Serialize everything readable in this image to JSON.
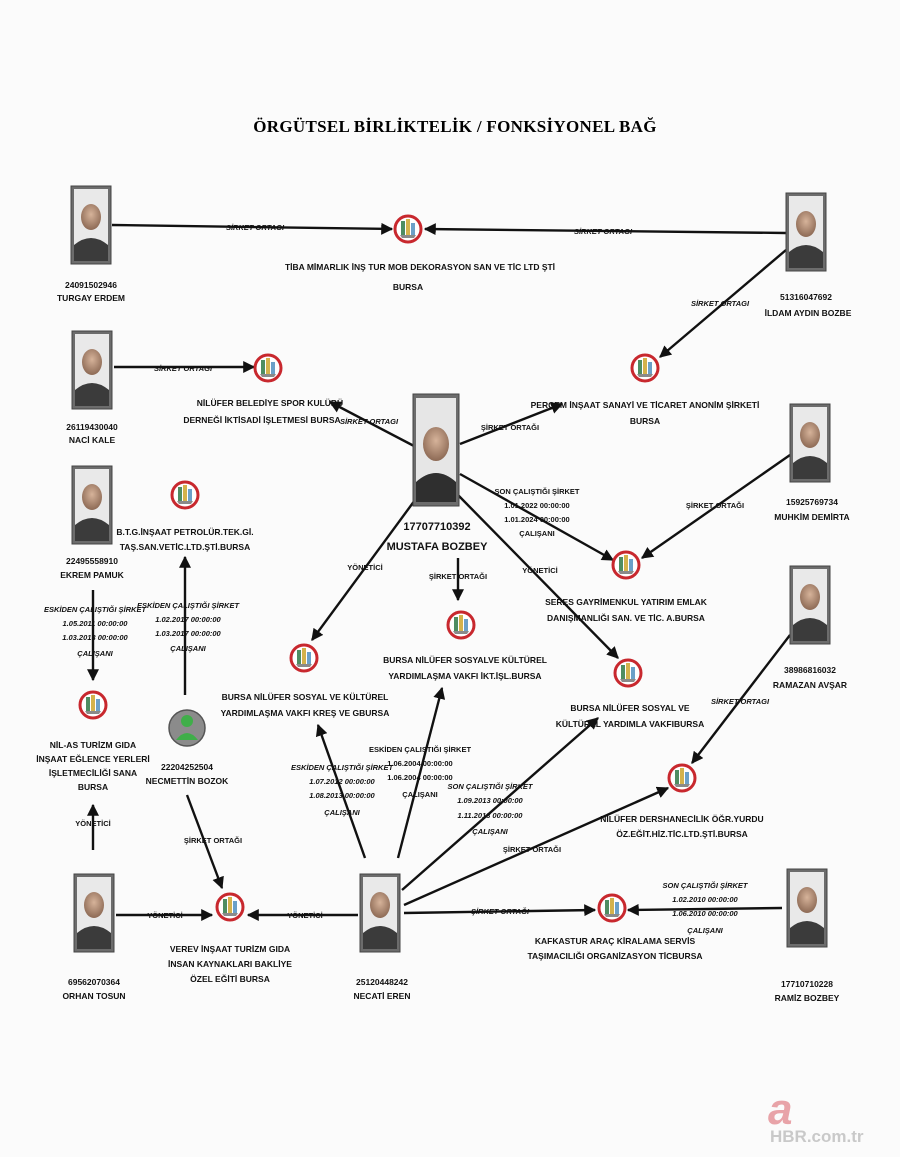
{
  "title": "ÖRGÜTSEL BİRLİKTELİK / FONKSİYONEL BAĞ",
  "people": {
    "turgay": {
      "id": "24091502946",
      "name": "TURGAY ERDEM"
    },
    "ildam": {
      "id": "51316047692",
      "name": "İLDAM AYDIN BOZBE"
    },
    "naci": {
      "id": "26119430040",
      "name": "NACİ KALE"
    },
    "mustafa": {
      "id": "17707710392",
      "name": "MUSTAFA BOZBEY"
    },
    "muhkim": {
      "id": "15925769734",
      "name": "MUHKİM DEMİRTA"
    },
    "ekrem": {
      "id": "22495558910",
      "name": "EKREM PAMUK"
    },
    "ramazan": {
      "id": "38986816032",
      "name": "RAMAZAN AVŞAR"
    },
    "necmettin": {
      "id": "22204252504",
      "name": "NECMETTİN BOZOK"
    },
    "orhan": {
      "id": "69562070364",
      "name": "ORHAN TOSUN"
    },
    "necati": {
      "id": "25120448242",
      "name": "NECATİ EREN"
    },
    "ramiz": {
      "id": "17710710228",
      "name": "RAMİZ BOZBEY"
    }
  },
  "companies": {
    "tiba": [
      "TİBA MİMARLIK İNŞ TUR MOB DEKORASYON SAN VE TİC LTD ŞTİ",
      "BURSA"
    ],
    "nilufer_spor": [
      "NİLÜFER BELEDİYE SPOR KULÜBÜ",
      "DERNEĞİ İKTİSADİ İŞLETMESİ BURSA"
    ],
    "percem": [
      "PERÇEM İNŞAAT SANAYİ VE TİCARET ANONİM ŞİRKETİ",
      "BURSA"
    ],
    "btg": [
      "B.T.G.İNŞAAT PETROLÜR.TEK.Gİ.",
      "TAŞ.SAN.VETİC.LTD.ŞTİ.BURSA"
    ],
    "seres": [
      "SERES GAYRİMENKUL YATIRIM EMLAK",
      "DANIŞMANLIĞI SAN. VE TİC. A.BURSA"
    ],
    "vakif_kres": [
      "BURSA NİLÜFER SOSYAL VE KÜLTÜREL",
      "YARDIMLAŞMA VAKFI KREŞ VE GBURSA"
    ],
    "vakif_ikt": [
      "BURSA NİLÜFER SOSYALVE KÜLTÜREL",
      "YARDIMLAŞMA VAKFI İKT.İŞL.BURSA"
    ],
    "vakif_bursa": [
      "BURSA NİLÜFER SOSYAL VE",
      "KÜLTÜREL YARDIMLA VAKFIBURSA"
    ],
    "nilas": [
      "NİL-AS TURİZM GIDA",
      "İNŞAAT EĞLENCE YERLERİ",
      "İŞLETMECİLİĞİ SANA",
      "BURSA"
    ],
    "dershane": [
      "NİLÜFER DERSHANECİLİK ÖĞR.YURDU",
      "ÖZ.EĞİT.HİZ.TİC.LTD.ŞTİ.BURSA"
    ],
    "verev": [
      "VEREV İNŞAAT TURİZM GIDA",
      "İNSAN KAYNAKLARI BAKLİYE",
      "ÖZEL EĞİTİ BURSA"
    ],
    "kafkastur": [
      "KAFKASTUR ARAÇ KİRALAMA SERVİS",
      "TAŞIMACILIĞI ORGANİZASYON TİCBURSA"
    ]
  },
  "edges": {
    "sirket_ortagi": "ŞİRKET ORTAĞI",
    "sirket_ortagi_upper": "SİRKET ORTAGI",
    "sirket_ortagi_small": "ŞİRKET ORTAĞI",
    "yonetici": "YÖNETİCİ",
    "mustafa_seres": [
      "SON ÇALIŞTIĞI ŞİRKET",
      "1.01.2022 00:00:00",
      "1.01.2024 00:00:00",
      "ÇALIŞANI"
    ],
    "ekrem_nilas": [
      "ESKİDEN ÇALIŞTIĞI ŞİRKET",
      "1.05.2011 00:00:00",
      "1.03.2013 00:00:00",
      "ÇALIŞANI"
    ],
    "necmettin_btg": [
      "ESKİDEN ÇALIŞTIĞI ŞİRKET",
      "1.02.2017 00:00:00",
      "1.03.2017 00:00:00",
      "ÇALIŞANI"
    ],
    "necati_ikt": [
      "ESKİDEN ÇALIŞTIĞI ŞİRKET",
      "1.06.2004 00:00:00",
      "1.06.2004 00:00:00",
      "ÇALIŞANI"
    ],
    "necati_kres": [
      "ESKİDEN ÇALIŞTIĞI ŞİRKET",
      "1.07.2012 00:00:00",
      "1.08.2013 00:00:00",
      "ÇALIŞANI"
    ],
    "necati_vakif": [
      "SON ÇALIŞTIĞI ŞİRKET",
      "1.09.2013 00:00:00",
      "1.11.2018 00:00:00",
      "ÇALIŞANI"
    ],
    "ramiz_kafkastur": [
      "SON ÇALIŞTIĞI ŞİRKET",
      "1.02.2010 00:00:00",
      "1.06.2010 00:00:00",
      "ÇALIŞANI"
    ]
  },
  "watermark": {
    "logo": "a",
    "text": "HBR.com.tr"
  }
}
